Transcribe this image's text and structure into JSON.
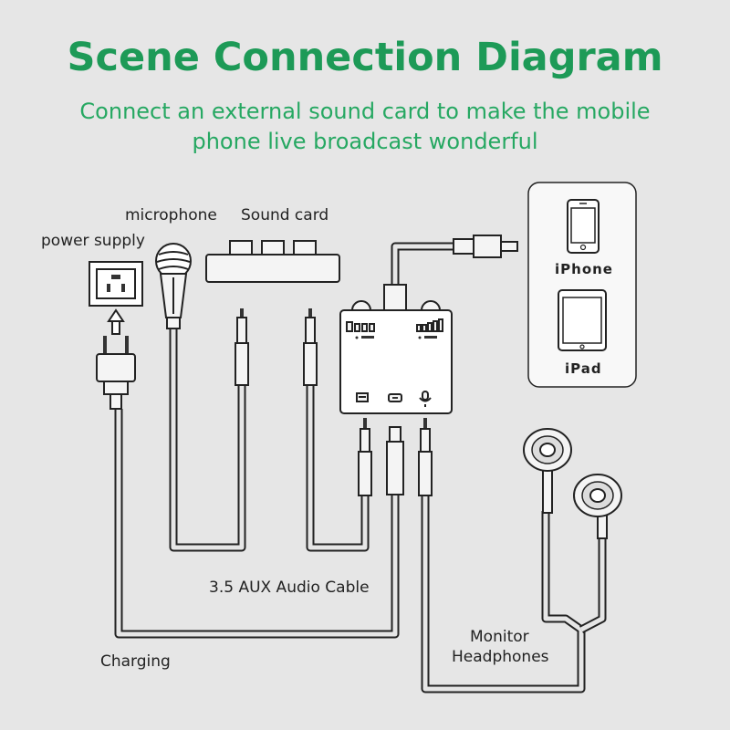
{
  "header": {
    "title": "Scene Connection Diagram",
    "subtitle": "Connect an external sound card to make the mobile phone live broadcast wonderful"
  },
  "labels": {
    "power_supply": "power supply",
    "microphone": "microphone",
    "sound_card": "Sound card",
    "iphone": "iPhone",
    "ipad": "iPad",
    "aux_cable": "3.5 AUX Audio Cable",
    "charging": "Charging",
    "monitor_line1": "Monitor",
    "monitor_line2": "Headphones"
  },
  "colors": {
    "accent": "#1d9a57",
    "background": "#e6e6e6",
    "stroke": "#222222"
  },
  "icons": [
    "power-socket-icon",
    "power-plug-icon",
    "microphone-icon",
    "sound-card-icon",
    "iphone-icon",
    "ipad-icon",
    "earphone-icon",
    "lightning-connector-icon",
    "aux-jack-icon",
    "up-arrow-icon"
  ]
}
